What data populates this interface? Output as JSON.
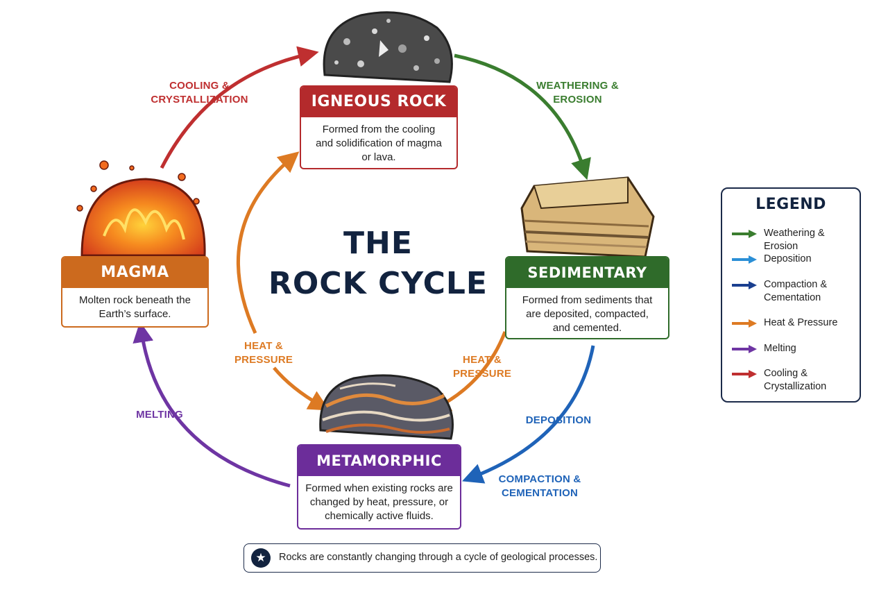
{
  "title": {
    "line1": "THE",
    "line2": "ROCK CYCLE"
  },
  "colors": {
    "igneous": "#b42a2c",
    "sedimentary": "#2f6b2a",
    "metamorphic": "#6c2d9a",
    "magma": "#cc6a1e",
    "weathering": "#3a7d2f",
    "deposition": "#2b8fd6",
    "compaction": "#1a3f8f",
    "heat": "#dd7a23",
    "melting": "#6e35a3",
    "cooling": "#bf2f30"
  },
  "nodes": {
    "igneous": {
      "title": "IGNEOUS ROCK",
      "desc": [
        "Formed from the cooling",
        "and solidification of magma",
        "or lava."
      ]
    },
    "sedimentary": {
      "title": "SEDIMENTARY ROCK",
      "desc": [
        "Formed from sediments that",
        "are deposited, compacted,",
        "and cemented."
      ]
    },
    "metamorphic": {
      "title": "METAMORPHIC ROCK",
      "desc": [
        "Formed when existing rocks are",
        "changed by heat, pressure, or",
        "chemically active fluids."
      ]
    },
    "magma": {
      "title": "MAGMA",
      "desc": [
        "Molten rock beneath the",
        "Earth’s surface."
      ]
    }
  },
  "arrow_labels": {
    "cooling": [
      "COOLING &",
      "CRYSTALLIZATION"
    ],
    "weathering": [
      "WEATHERING &",
      "EROSION"
    ],
    "heat_left": [
      "HEAT &",
      "PRESSURE"
    ],
    "heat_right": [
      "HEAT &",
      "PRESSURE"
    ],
    "melting": [
      "MELTING"
    ],
    "deposition": [
      "DEPOSITION"
    ],
    "compaction": [
      "COMPACTION &",
      "CEMENTATION"
    ]
  },
  "legend": {
    "title": "LEGEND",
    "items": [
      {
        "label": [
          "Weathering & Erosion"
        ],
        "color": "#3a7d2f"
      },
      {
        "label": [
          "Deposition"
        ],
        "color": "#2b8fd6"
      },
      {
        "label": [
          "Compaction &",
          "Cementation"
        ],
        "color": "#1a3f8f"
      },
      {
        "label": [
          "Heat & Pressure"
        ],
        "color": "#dd7a23"
      },
      {
        "label": [
          "Melting"
        ],
        "color": "#6e35a3"
      },
      {
        "label": [
          "Cooling &",
          "Crystallization"
        ],
        "color": "#bf2f30"
      }
    ]
  },
  "footer": {
    "icon": "star-icon",
    "text": "Rocks are constantly changing through a cycle of geological processes."
  }
}
